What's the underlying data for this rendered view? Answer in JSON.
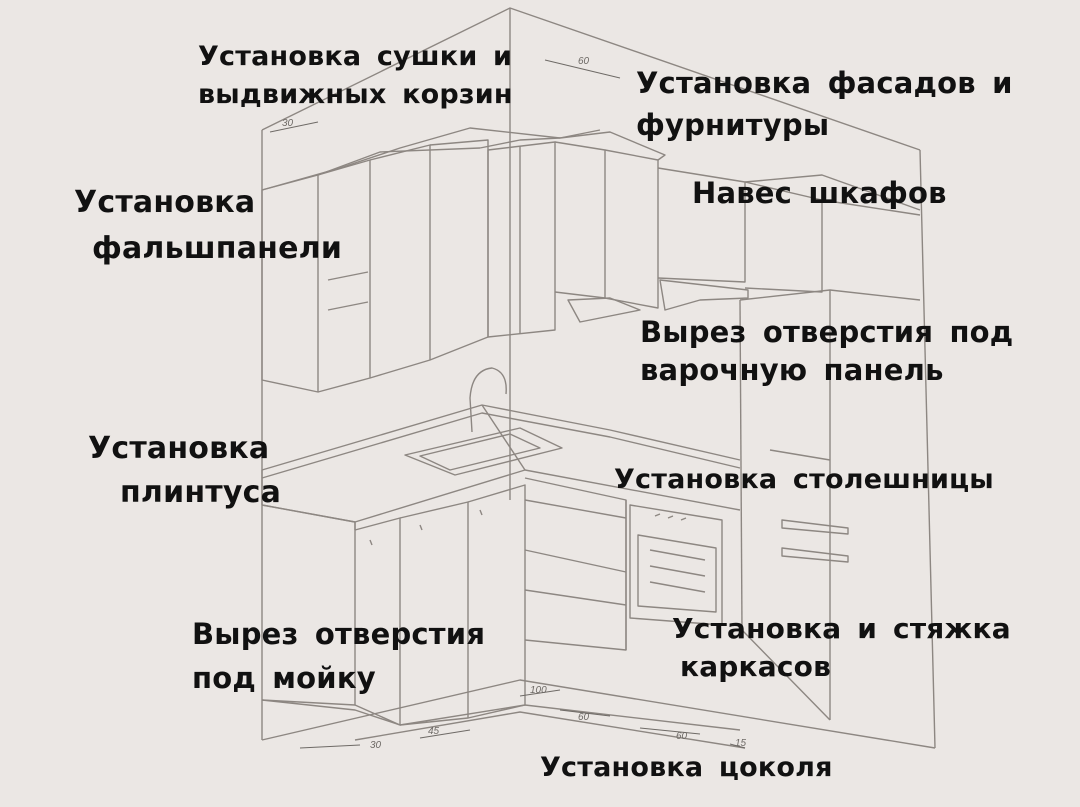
{
  "colors": {
    "background": "#ebe7e4",
    "line": "#8d8782",
    "line_dark": "#5f5a56",
    "label_text": "#111111"
  },
  "labels": {
    "dryer_baskets": {
      "line1": "Установка сушки и",
      "line2": "выдвижных корзин"
    },
    "facades": {
      "line1": "Установка фасадов и",
      "line2": "фурнитуры"
    },
    "false_panel": {
      "line1": "Установка",
      "line2": "фальшпанели"
    },
    "hanging_cabinets": {
      "line1": "Навес шкафов"
    },
    "hob_cutout": {
      "line1": "Вырез отверстия под",
      "line2": "варочную панель"
    },
    "plinth": {
      "line1": "Установка",
      "line2": "плинтуса"
    },
    "countertop": {
      "line1": "Установка столешницы"
    },
    "sink_cutout": {
      "line1": "Вырез отверстия",
      "line2": "под мойку"
    },
    "carcass": {
      "line1": "Установка и стяжка",
      "line2": "каркасов"
    },
    "base_plinth": {
      "line1": "Установка цоколя"
    }
  },
  "dimensions": {
    "d30_top": "30",
    "d60_top": "60",
    "d100": "100",
    "d60_mid": "60",
    "d60_right": "60",
    "d15": "15",
    "d45": "45",
    "d30_bottom": "30"
  }
}
